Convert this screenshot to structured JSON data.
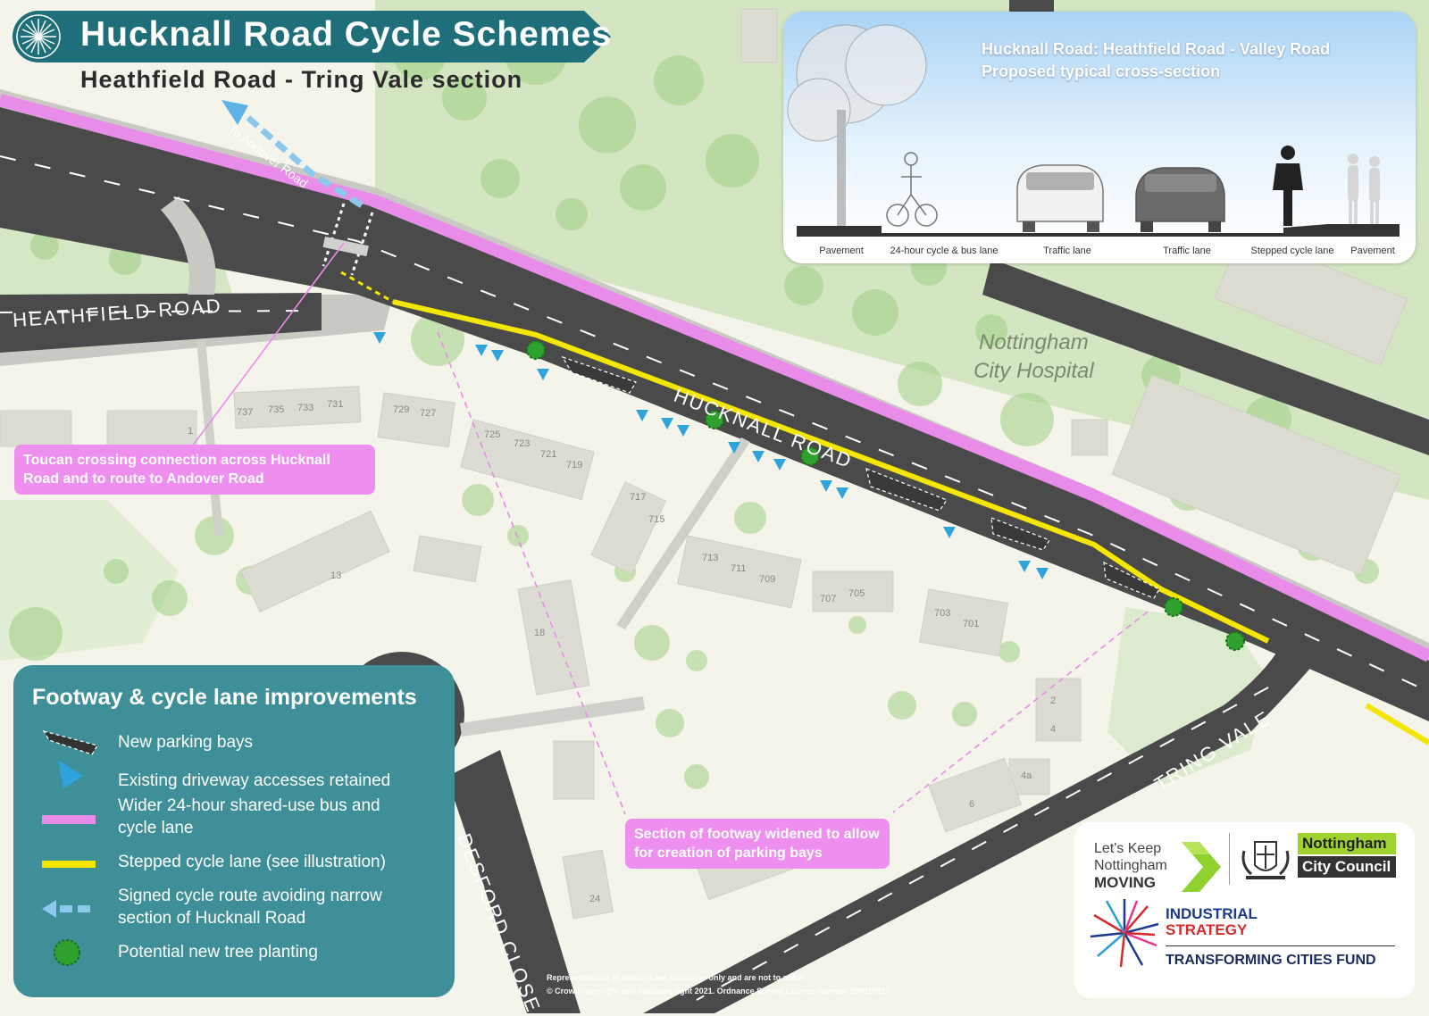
{
  "header": {
    "title": "Hucknall Road Cycle Schemes",
    "subtitle": "Heathfield Road - Tring Vale section"
  },
  "cross_section": {
    "title_line1": "Hucknall Road: Heathfield Road - Valley Road",
    "title_line2": "Proposed typical cross-section",
    "labels": [
      "Pavement",
      "24-hour cycle & bus lane",
      "Traffic lane",
      "Traffic lane",
      "Stepped cycle lane",
      "Pavement"
    ]
  },
  "map_labels": {
    "heathfield_road": "HEATHFIELD ROAD",
    "hucknall_road": "HUCKNALL ROAD",
    "tring_vale": "TRING VALE",
    "desford_close": "DESFORD CLOSE",
    "to_andover_road": "To Andover Road",
    "hospital_line1": "Nottingham",
    "hospital_line2": "City Hospital",
    "house_numbers": [
      "737",
      "735",
      "733",
      "731",
      "729",
      "727",
      "725",
      "723",
      "721",
      "719",
      "717",
      "715",
      "713",
      "711",
      "709",
      "707",
      "705",
      "703",
      "701",
      "13",
      "18",
      "24",
      "6",
      "2",
      "4",
      "4a",
      "1"
    ]
  },
  "callouts": {
    "toucan": "Toucan crossing connection across Hucknall Road and to route to Andover Road",
    "footway": "Section of footway widened to allow for creation of parking bays"
  },
  "legend": {
    "title": "Footway & cycle lane improvements",
    "items": [
      {
        "label": "New parking bays",
        "symbol": "parking-bay-icon"
      },
      {
        "label": "Existing driveway accesses retained",
        "symbol": "blue-triangle-icon"
      },
      {
        "label": "Wider 24-hour shared-use bus and cycle lane",
        "symbol": "pink-line-icon"
      },
      {
        "label": "Stepped cycle lane (see illustration)",
        "symbol": "yellow-line-icon"
      },
      {
        "label": "Signed cycle route avoiding narrow section of  Hucknall Road",
        "symbol": "blue-dashed-arrow-icon"
      },
      {
        "label": "Potential new tree planting",
        "symbol": "green-tree-dot-icon"
      }
    ]
  },
  "logos": {
    "lkn_line1": "Let's Keep",
    "lkn_line2": "Nottingham",
    "lkn_line3": "MOVING",
    "council_line1": "Nottingham",
    "council_line2": "City Council",
    "industrial_line1": "INDUSTRIAL",
    "industrial_line2": "STRATEGY",
    "tcf": "TRANSFORMING CITIES FUND"
  },
  "disclaimer": {
    "line1": "Representations of features are indicative only and are not to scale.",
    "line2": "© Crown copyright and database right 2021. Ordnance Survey Licence number 100019317."
  },
  "colors": {
    "teal": "#3f8f98",
    "pink_lane": "#e98be8",
    "yellow_lane": "#f4e600",
    "road": "#4a4a4a",
    "tree_green": "#2fa12f",
    "driveway_blue": "#2ea3dc"
  }
}
